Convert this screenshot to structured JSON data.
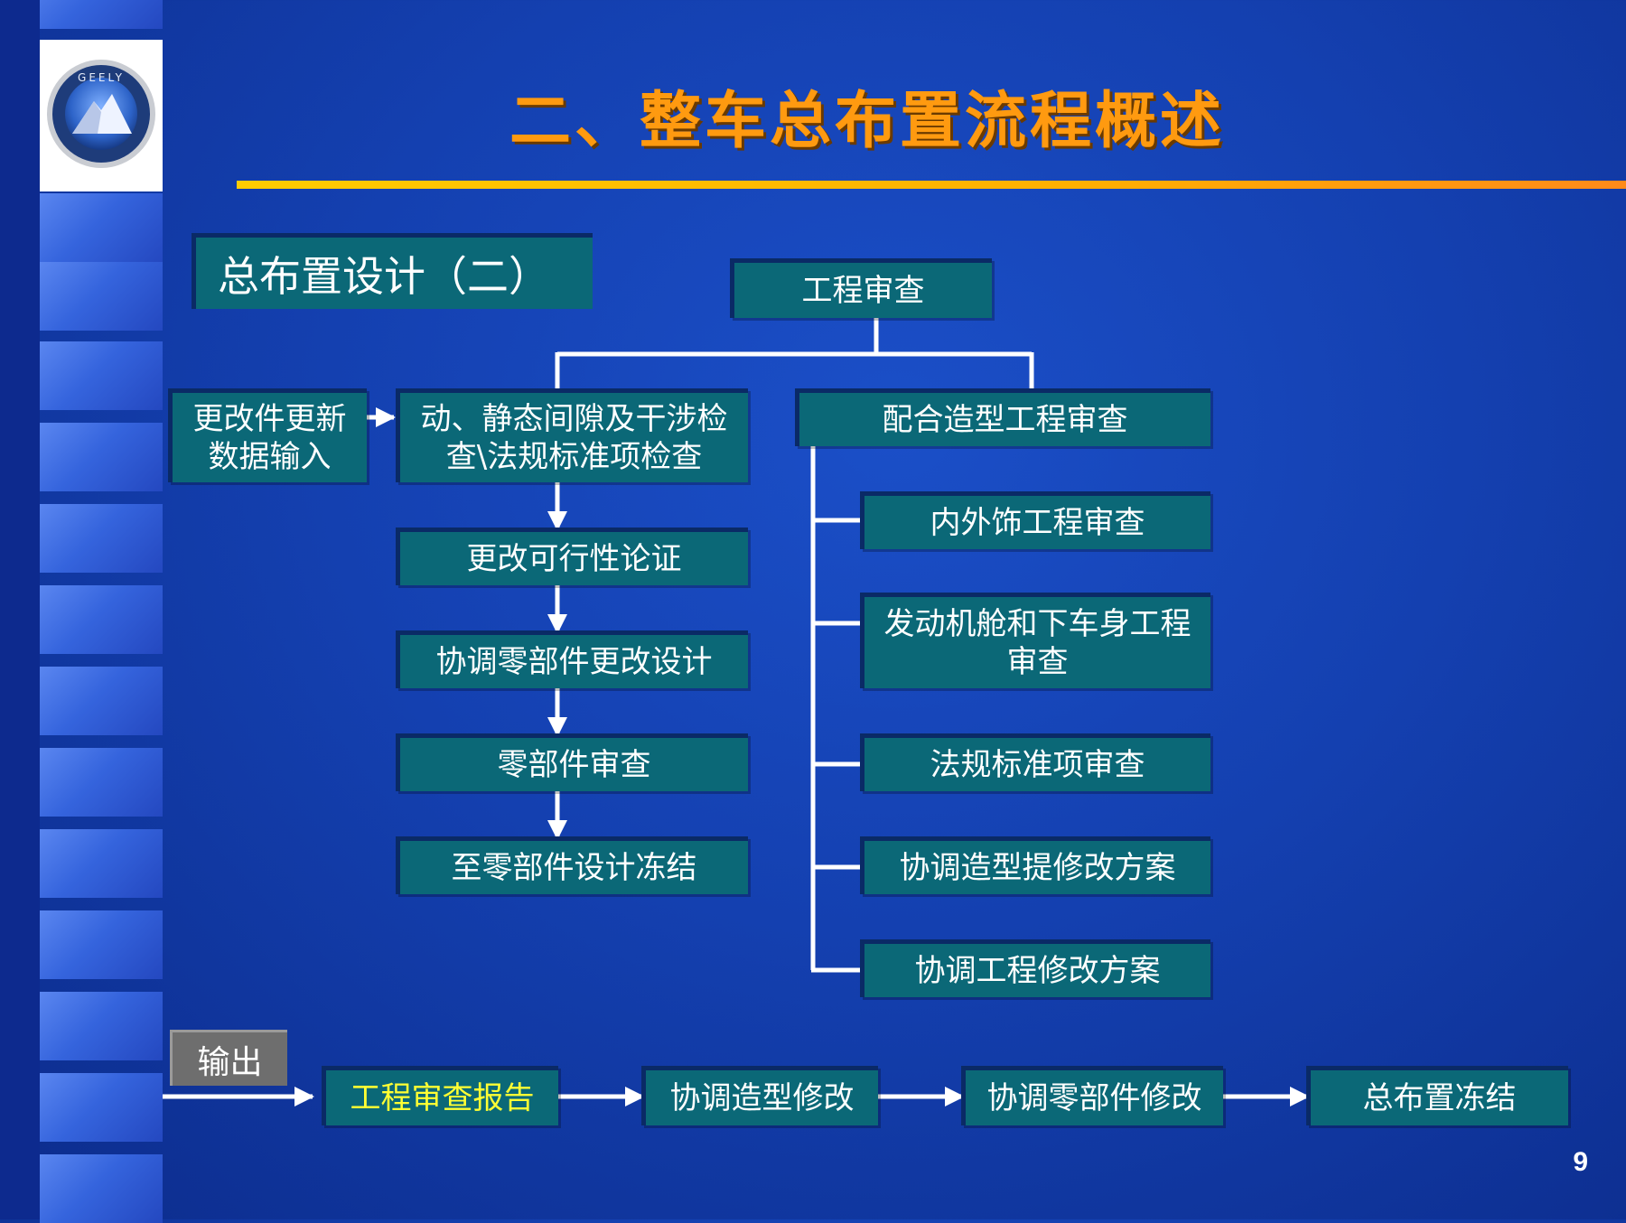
{
  "title": "二、整车总布置流程概述",
  "section_title": "总布置设计（二）",
  "top_node": "工程审查",
  "left_input": "更改件更新数据输入",
  "left_chain": [
    "动、静态间隙及干涉检查\\法规标准项检查",
    "更改可行性论证",
    "协调零部件更改设计",
    "零部件审查",
    "至零部件设计冻结"
  ],
  "right_head": "配合造型工程审查",
  "right_children": [
    "内外饰工程审查",
    "发动机舱和下车身工程审查",
    "法规标准项审查",
    "协调造型提修改方案",
    "协调工程修改方案"
  ],
  "output_label": "输出",
  "output_chain": [
    "工程审查报告",
    "协调造型修改",
    "协调零部件修改",
    "总布置冻结"
  ],
  "page_number": "9",
  "logo_text": "GEELY",
  "colors": {
    "title": "#ff9a10",
    "box": "#0b6877",
    "highlight_text": "#ffff33",
    "rule": "#ffb000"
  }
}
